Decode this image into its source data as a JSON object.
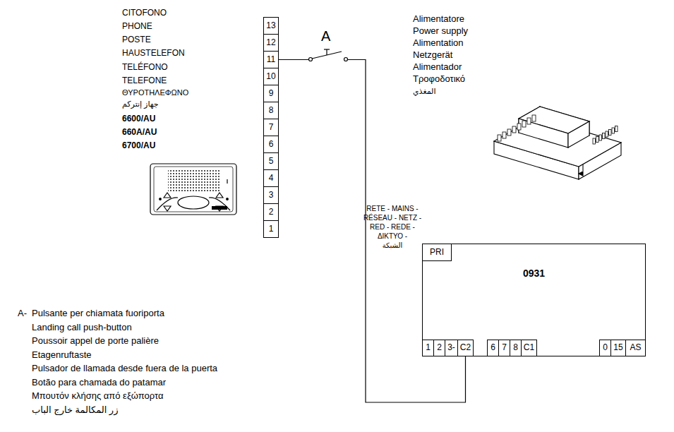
{
  "diagram": {
    "nodes": [
      {
        "text": [
          "13"
        ]
      },
      {
        "text": [
          "12"
        ]
      },
      {
        "text": [
          "11"
        ]
      },
      {
        "text": [
          "10"
        ]
      },
      {
        "text": [
          "9"
        ]
      },
      {
        "text": [
          "8"
        ]
      },
      {
        "text": [
          "7"
        ]
      },
      {
        "text": [
          "6"
        ]
      },
      {
        "text": [
          "5"
        ]
      },
      {
        "text": [
          "4"
        ]
      },
      {
        "text": [
          "3"
        ]
      },
      {
        "text": [
          "2"
        ]
      },
      {
        "text": [
          "1"
        ]
      },
      {
        "text": [
          "0931"
        ]
      },
      {
        "text": [
          "PRI"
        ],
        "in": 13
      },
      {
        "text": [
          "1"
        ],
        "in": 13
      },
      {
        "text": [
          "2"
        ],
        "in": 13
      },
      {
        "text": [
          "3-"
        ],
        "in": 13
      },
      {
        "text": [
          "C2"
        ],
        "in": 13
      },
      {
        "text": [
          "6"
        ],
        "in": 13
      },
      {
        "text": [
          "7"
        ],
        "in": 13
      },
      {
        "text": [
          "8"
        ],
        "in": 13
      },
      {
        "text": [
          "C1"
        ],
        "in": 13
      },
      {
        "text": [
          "0"
        ],
        "in": 13
      },
      {
        "text": [
          "15"
        ],
        "in": 13
      },
      {
        "text": [
          "AS"
        ],
        "in": 13
      }
    ],
    "edges": [
      {
        "from": 2,
        "to": 18,
        "arrow": "none",
        "label": "A"
      }
    ],
    "labels": [
      "CITOFONO",
      "PHONE",
      "POSTE",
      "HAUSTELEFON",
      "TELÉFONO",
      "TELEFONE",
      "ΘΥΡΟΤΗΛΕΦΩΝΟ",
      "جهاز إنتركم",
      "6600/AU",
      "660A/AU",
      "6700/AU",
      "Alimentatore",
      "Power supply",
      "Alimentation",
      "Netzgerät",
      "Alimentador",
      "Τροφοδοτικό",
      "المغذي",
      "RETE - MAINS -",
      "RÉSEAU - NETZ -",
      "RED - REDE -",
      "ΔΙΚΤΥΟ -",
      "الشبكة",
      "A-",
      "Pulsante per chiamata fuoriporta",
      "Landing call push-button",
      "Poussoir appel de porte palière",
      "Etagenruftaste",
      "Pulsador de llamada desde fuera de la puerta",
      "Botão para chamada do patamar",
      "Μπουτόν κλήσης από εξώπορτα",
      "زر المكالمة خارج الباب"
    ]
  }
}
